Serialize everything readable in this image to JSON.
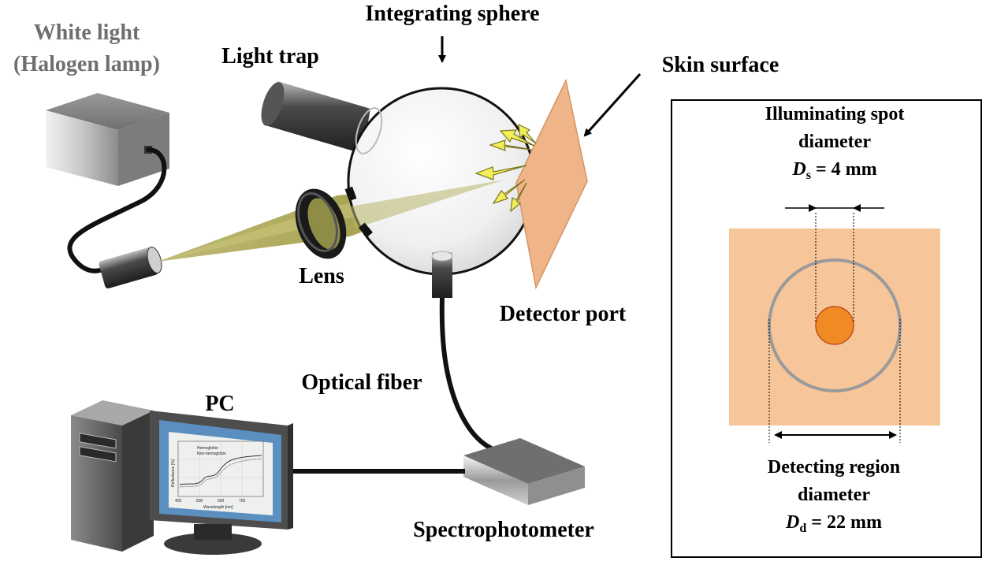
{
  "labels": {
    "white_light_line1": "White light",
    "white_light_line2": "(Halogen lamp)",
    "integrating_sphere": "Integrating sphere",
    "light_trap": "Light trap",
    "skin_surface": "Skin surface",
    "lens": "Lens",
    "detector_port": "Detector port",
    "optical_fiber": "Optical fiber",
    "pc": "PC",
    "spectrophotometer": "Spectrophotometer"
  },
  "inset": {
    "illum_line1": "Illuminating spot",
    "illum_line2": "diameter",
    "illum_symbol": "D",
    "illum_subscript": "s",
    "illum_value": " = 4 mm",
    "detect_line1": "Detecting region",
    "detect_line2": "diameter",
    "detect_symbol": "D",
    "detect_subscript": "d",
    "detect_value": " = 22 mm"
  },
  "monitor_chart": {
    "legend": [
      "Hemoglobin",
      "Non-hemoglobin"
    ],
    "xlabel": "Wavelength [nm]",
    "ylabel": "Reflectance [%]",
    "xticks": [
      "400",
      "500",
      "600",
      "700"
    ]
  },
  "colors": {
    "skin": "#f6c59a",
    "skin_panel": "#e9a676",
    "spot": "#f08a24",
    "beam": "#a7a33c",
    "arrow_fill": "#f2ee5a",
    "screen": "#5a8fbf"
  }
}
